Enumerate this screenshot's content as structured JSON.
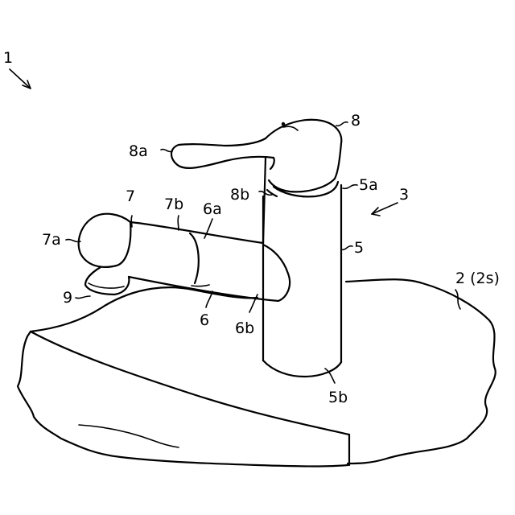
{
  "figure": {
    "labels": {
      "device": "1",
      "basin": "2 (2s)",
      "faucet": "3",
      "body": "5",
      "body_top": "5a",
      "body_bottom": "5b",
      "spout": "6",
      "spout_upper": "6a",
      "spout_lower": "6b",
      "head": "7",
      "head_front": "7a",
      "head_rear": "7b",
      "handle": "8",
      "lever": "8a",
      "handle_base": "8b",
      "outlet": "9"
    }
  }
}
